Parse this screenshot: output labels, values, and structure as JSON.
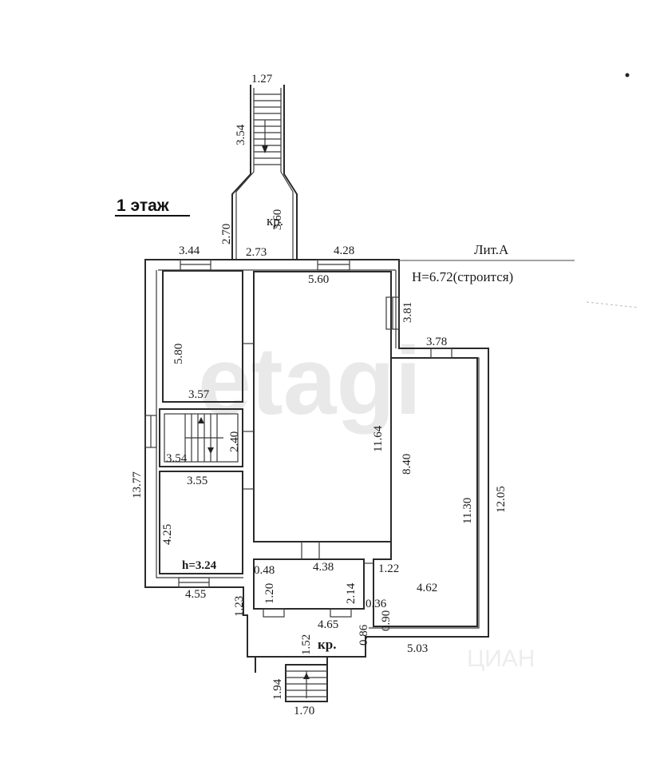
{
  "watermark": "etagi",
  "watermark_small": "ЦИАН",
  "floor_title": "1 этаж",
  "building": {
    "name": "Лит.А",
    "height_note": "H=6.72(строится)"
  },
  "porch_top": {
    "label": "кр.",
    "width": "1.27",
    "stair_len": "3.54",
    "len": "3.60",
    "side": "2.70"
  },
  "porch_bottom": {
    "label": "кр.",
    "stair_len": "1.94",
    "stair_w": "1.70",
    "depth": "1.52",
    "width": "4.65",
    "side": "0.86",
    "left": "1.23"
  },
  "dims": {
    "top_left": "3.44",
    "top_mid": "2.73",
    "top_right": "4.28",
    "hall_top": "5.60",
    "step_right": "3.81",
    "right_wing_top": "3.78",
    "left_total": "13.77",
    "room1_h": "5.80",
    "room1_w": "3.57",
    "stair_w": "3.54",
    "stair_h": "2.40",
    "room3_w": "3.55",
    "room3_h": "4.25",
    "room3_height": "h=3.24",
    "bottom_left": "4.55",
    "hall_h": "11.64",
    "hall_right": "8.40",
    "vest_left": "0.48",
    "vest_w": "4.38",
    "vest_h": "1.20",
    "vest_right": "2.14",
    "wing_h": "11.30",
    "wing_outer": "12.05",
    "wing_step": "1.22",
    "wing_w": "4.62",
    "small1": "0.36",
    "small2": "0.90",
    "wing_bottom": "5.03"
  }
}
